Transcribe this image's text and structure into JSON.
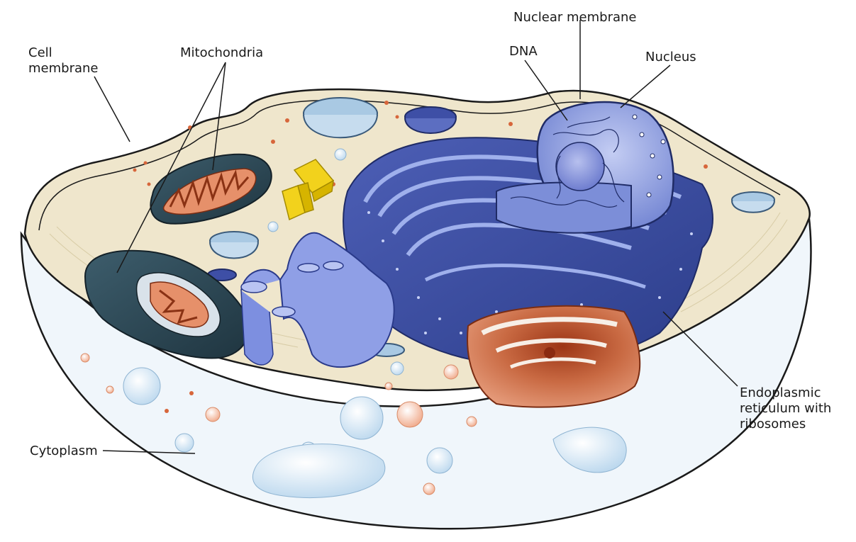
{
  "labels": {
    "cell_membrane": [
      "Cell",
      "membrane"
    ],
    "mitochondria": "Mitochondria",
    "dna": "DNA",
    "nuclear_membrane": "Nuclear membrane",
    "nucleus": "Nucleus",
    "endoplasmic_reticulum": [
      "Endoplasmic",
      "reticulum with",
      "ribosomes"
    ],
    "cytoplasm": "Cytoplasm"
  },
  "colors": {
    "outline": "#1a1a1a",
    "cytoplasm_fill": "#f0f6fb",
    "top_surface": "#efe6cc",
    "er_blue": "#5b6fc0",
    "er_dark": "#2f3f8f",
    "nucleus_fill": "#8d9ee0",
    "mitochondria_dark": "#2e4a58",
    "mitochondria_inner": "#c8643c",
    "golgi_red": "#c05f3a",
    "centriole_yellow": "#f2d21c",
    "vesicle_blue": "#b9d6ec",
    "vesicle_peach": "#f3b9a0"
  }
}
